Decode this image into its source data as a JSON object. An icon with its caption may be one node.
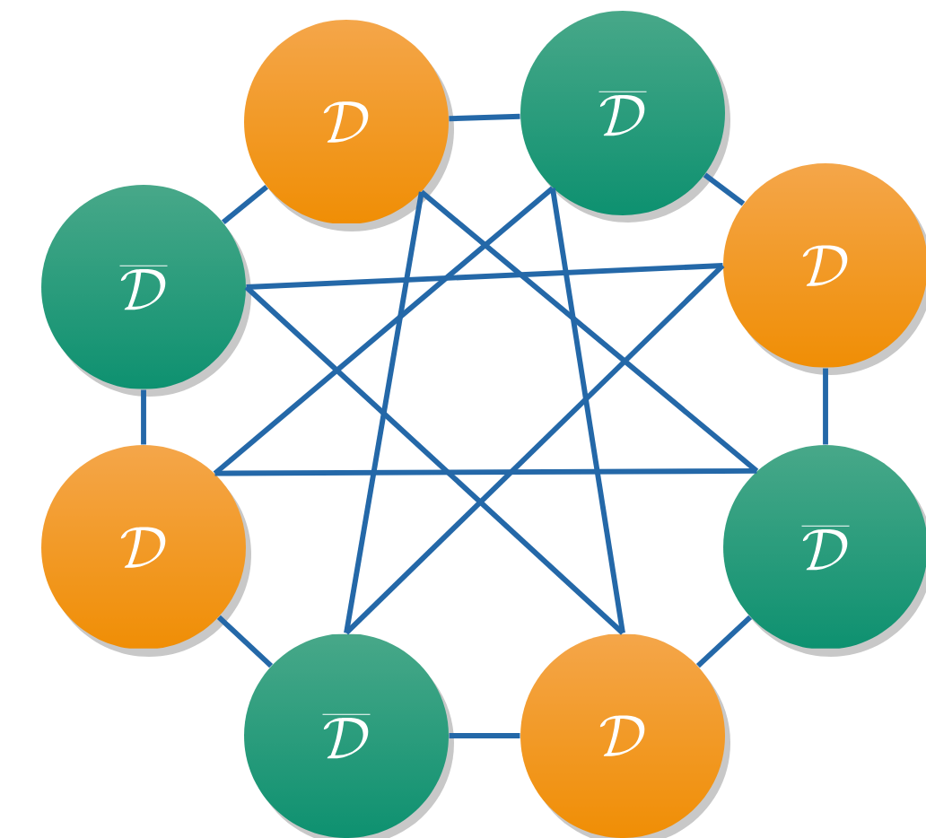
{
  "diagram": {
    "nodes": [
      {
        "text": [
          "\\mathcal{D}"
        ]
      },
      {
        "text": [
          "\\overline{\\mathcal{D}}"
        ]
      },
      {
        "text": [
          "\\mathcal{D}"
        ]
      },
      {
        "text": [
          "\\overline{\\mathcal{D}}"
        ]
      },
      {
        "text": [
          "\\mathcal{D}"
        ]
      },
      {
        "text": [
          "\\overline{\\mathcal{D}}"
        ]
      },
      {
        "text": [
          "\\mathcal{D}"
        ]
      },
      {
        "text": [
          "\\overline{\\mathcal{D}}"
        ]
      }
    ],
    "edges": [
      {
        "from": 0,
        "to": 1,
        "arrow": "none"
      },
      {
        "from": 1,
        "to": 2,
        "arrow": "none"
      },
      {
        "from": 2,
        "to": 3,
        "arrow": "none"
      },
      {
        "from": 3,
        "to": 4,
        "arrow": "none"
      },
      {
        "from": 4,
        "to": 5,
        "arrow": "none"
      },
      {
        "from": 5,
        "to": 6,
        "arrow": "none"
      },
      {
        "from": 6,
        "to": 7,
        "arrow": "none"
      },
      {
        "from": 7,
        "to": 0,
        "arrow": "none"
      },
      {
        "from": 0,
        "to": 5,
        "arrow": "none"
      },
      {
        "from": 0,
        "to": 3,
        "arrow": "none"
      },
      {
        "from": 1,
        "to": 6,
        "arrow": "none"
      },
      {
        "from": 1,
        "to": 4,
        "arrow": "none"
      },
      {
        "from": 2,
        "to": 7,
        "arrow": "none"
      },
      {
        "from": 2,
        "to": 5,
        "arrow": "none"
      },
      {
        "from": 3,
        "to": 6,
        "arrow": "none"
      },
      {
        "from": 4,
        "to": 7,
        "arrow": "none"
      }
    ]
  }
}
